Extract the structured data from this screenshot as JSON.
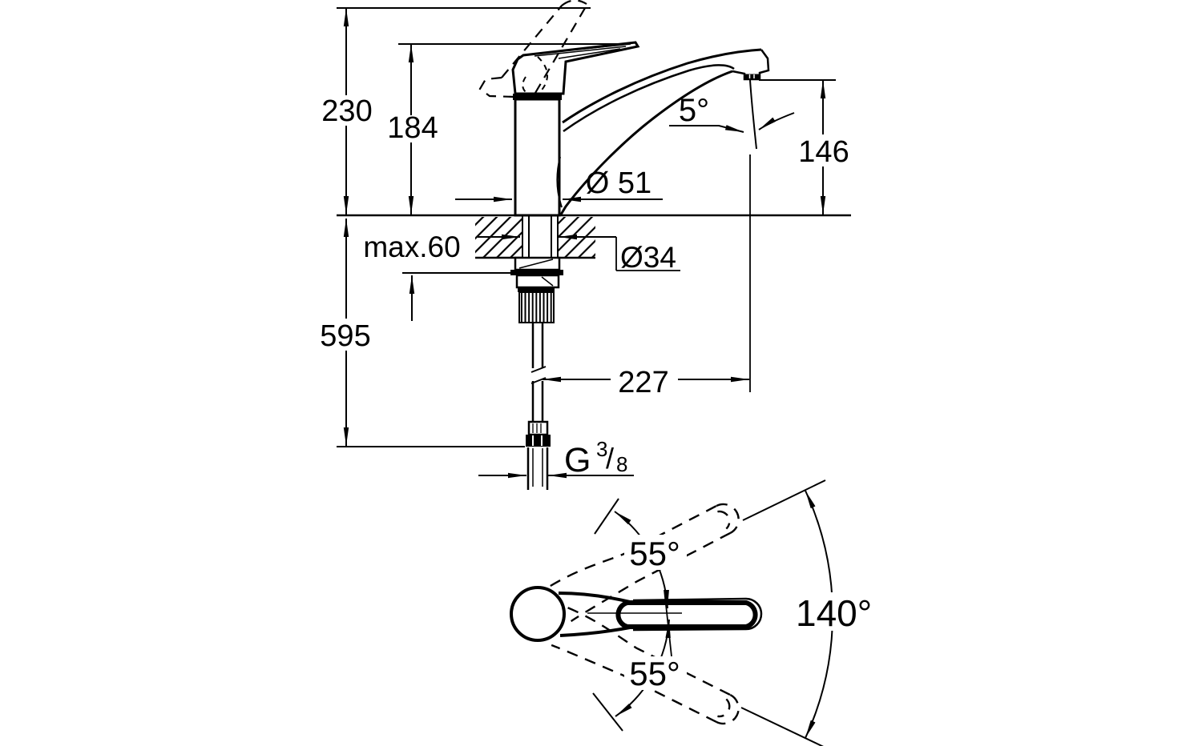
{
  "drawing": {
    "subject": "single-lever kitchen faucet dimension drawing",
    "colors": {
      "ink": "#000000",
      "background": "#ffffff"
    },
    "dimensions": {
      "total_height": "230",
      "body_height": "184",
      "spout_height": "146",
      "stream_angle": "5°",
      "base_diameter": "Ø 51",
      "max_deck_thickness": "max.60",
      "shank_diameter": "Ø34",
      "below_deck_height": "595",
      "spout_reach": "227",
      "handle_swing_upper": "55°",
      "handle_swing_lower": "55°",
      "swivel_range": "140°",
      "thread": {
        "letter": "G",
        "numerator": "3",
        "slash": "/",
        "denominator": "8"
      }
    }
  }
}
